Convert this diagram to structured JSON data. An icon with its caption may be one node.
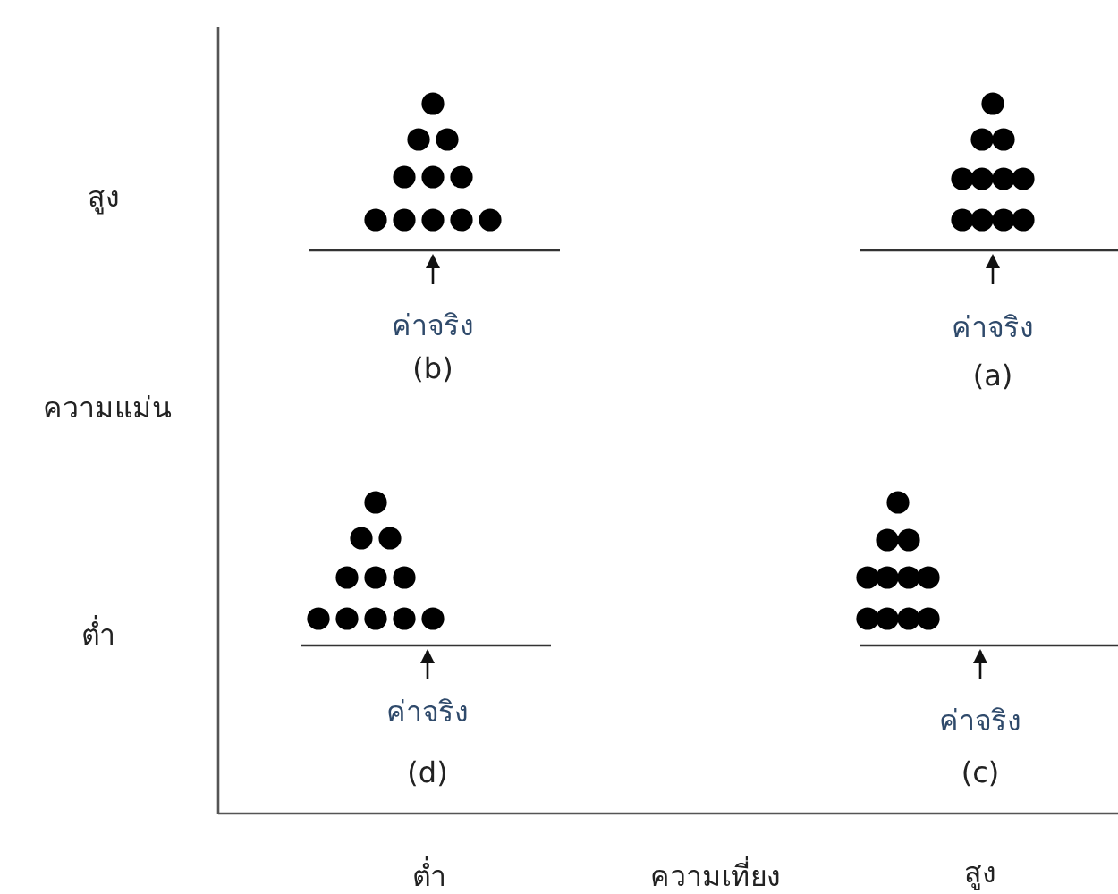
{
  "diagram": {
    "labels": [
      "สูง",
      "ค่าจริง",
      "(b)",
      "ค่าจริง",
      "(a)",
      "ความแม่น",
      "ต่ำ",
      "ค่าจริง",
      "(d)",
      "ค่าจริง",
      "(c)",
      "ต่ำ",
      "ความเที่ยง",
      "สูง"
    ]
  }
}
